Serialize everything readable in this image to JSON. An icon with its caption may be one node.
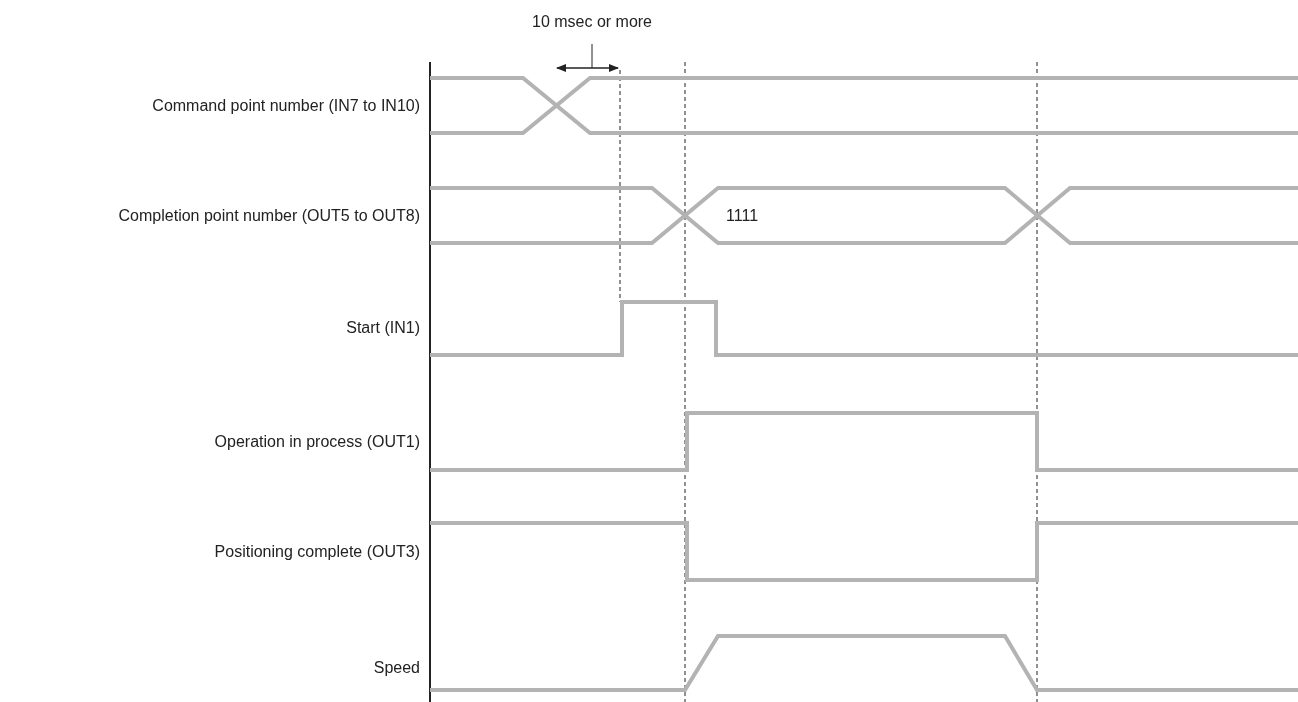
{
  "diagram": {
    "labels": [
      "10 msec or more",
      "Command point number (IN7 to IN10)",
      "Completion point number (OUT5 to OUT8)",
      "1111",
      "Start (IN1)",
      "Operation in process (OUT1)",
      "Positioning complete (OUT3)",
      "Speed"
    ]
  }
}
